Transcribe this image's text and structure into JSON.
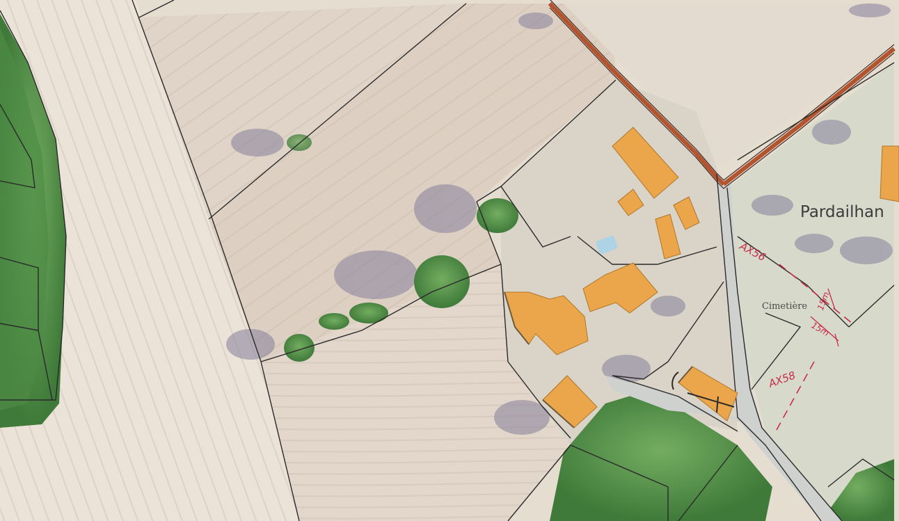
{
  "map": {
    "labels": {
      "village": "Pardailhan",
      "cemetery": "Cimetière",
      "parcel_north": "AX56",
      "parcel_south": "AX58",
      "distance_1": "15m",
      "distance_2": "15m"
    },
    "colors": {
      "field_light": "#e6ddd1",
      "field_mid": "#d8cbbd",
      "vegetation": "#5f9a4e",
      "vegetation_dark": "#3f7a3a",
      "building": "#eba54a",
      "road_main": "#b4542e",
      "parcel_line": "#2a2a2a",
      "annotation": "#c62d49",
      "shadow": "#7f7a92"
    },
    "icons": [
      "cemetery-cross-icon"
    ]
  }
}
